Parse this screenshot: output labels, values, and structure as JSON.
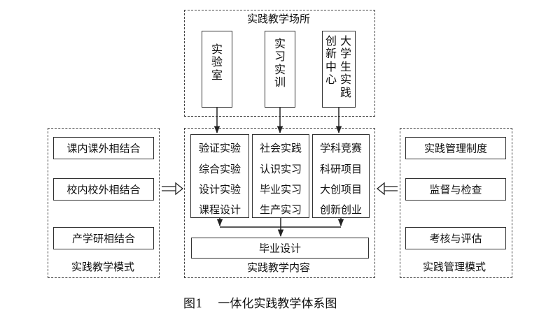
{
  "venues": {
    "title": "实践教学场所",
    "lab": "实验室",
    "training": "实习实训",
    "innovation": "创新中心",
    "student_practice": "大学生实践"
  },
  "left": {
    "items": [
      "课内课外相结合",
      "校内校外相结合",
      "产学研相结合"
    ],
    "caption": "实践教学模式"
  },
  "center": {
    "col1": [
      "验证实验",
      "综合实验",
      "设计实验",
      "课程设计"
    ],
    "col2": [
      "社会实践",
      "认识实习",
      "毕业实习",
      "生产实习"
    ],
    "col3": [
      "学科竞赛",
      "科研项目",
      "大创项目",
      "创新创业"
    ],
    "graduation": "毕业设计",
    "caption": "实践教学内容"
  },
  "right": {
    "items": [
      "实践管理制度",
      "监督与检查",
      "考核与评估"
    ],
    "caption": "实践管理模式"
  },
  "figure_caption": "图1    一体化实践教学体系图"
}
